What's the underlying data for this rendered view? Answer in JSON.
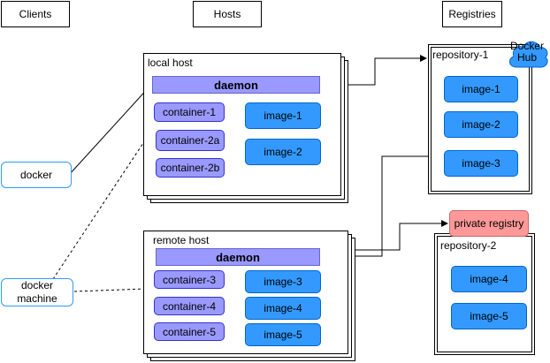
{
  "headers": {
    "clients": "Clients",
    "hosts": "Hosts",
    "registries": "Registries"
  },
  "clients": {
    "docker": "docker",
    "docker_machine": [
      "docker",
      "machine"
    ]
  },
  "local_host": {
    "label": "local host",
    "daemon": "daemon",
    "containers": [
      "container-1",
      "container-2a",
      "container-2b"
    ],
    "images": [
      "image-1",
      "image-2"
    ]
  },
  "remote_host": {
    "label": "remote host",
    "daemon": "daemon",
    "containers": [
      "container-3",
      "container-4",
      "container-5"
    ],
    "images": [
      "image-3",
      "image-4",
      "image-5"
    ]
  },
  "repository_1": {
    "label": "repository-1",
    "badge": [
      "Docker",
      "Hub"
    ],
    "images": [
      "image-1",
      "image-2",
      "image-3"
    ]
  },
  "private_registry": "private registry",
  "repository_2": {
    "label": "repository-2",
    "images": [
      "image-4",
      "image-5"
    ]
  },
  "colors": {
    "daemon": "#9999ff",
    "container": "#9999ff",
    "image": "#3399ff",
    "client_border": "#3399ff",
    "private_registry": "#ff9999"
  }
}
